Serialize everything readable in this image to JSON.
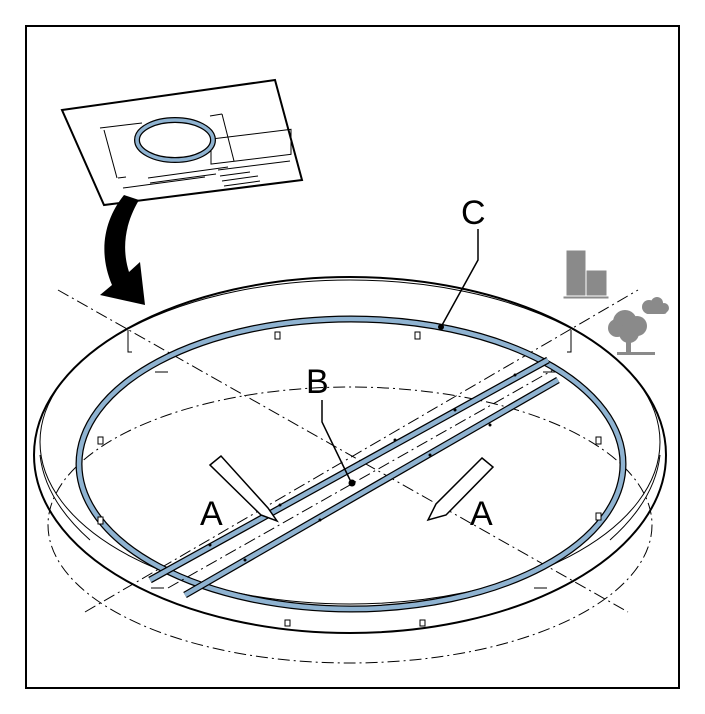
{
  "diagram": {
    "labels": {
      "a_left": "A",
      "a_right": "A",
      "b": "B",
      "c": "C"
    },
    "icons": [
      "blueprint-sheet-icon",
      "curved-arrow-icon",
      "buildings-icon",
      "tree-icon",
      "cloud-icon"
    ]
  },
  "colors": {
    "ring": "#8fb3d1",
    "outline": "#000000",
    "building": "#8a8a8a",
    "tree": "#8a8a8a"
  }
}
